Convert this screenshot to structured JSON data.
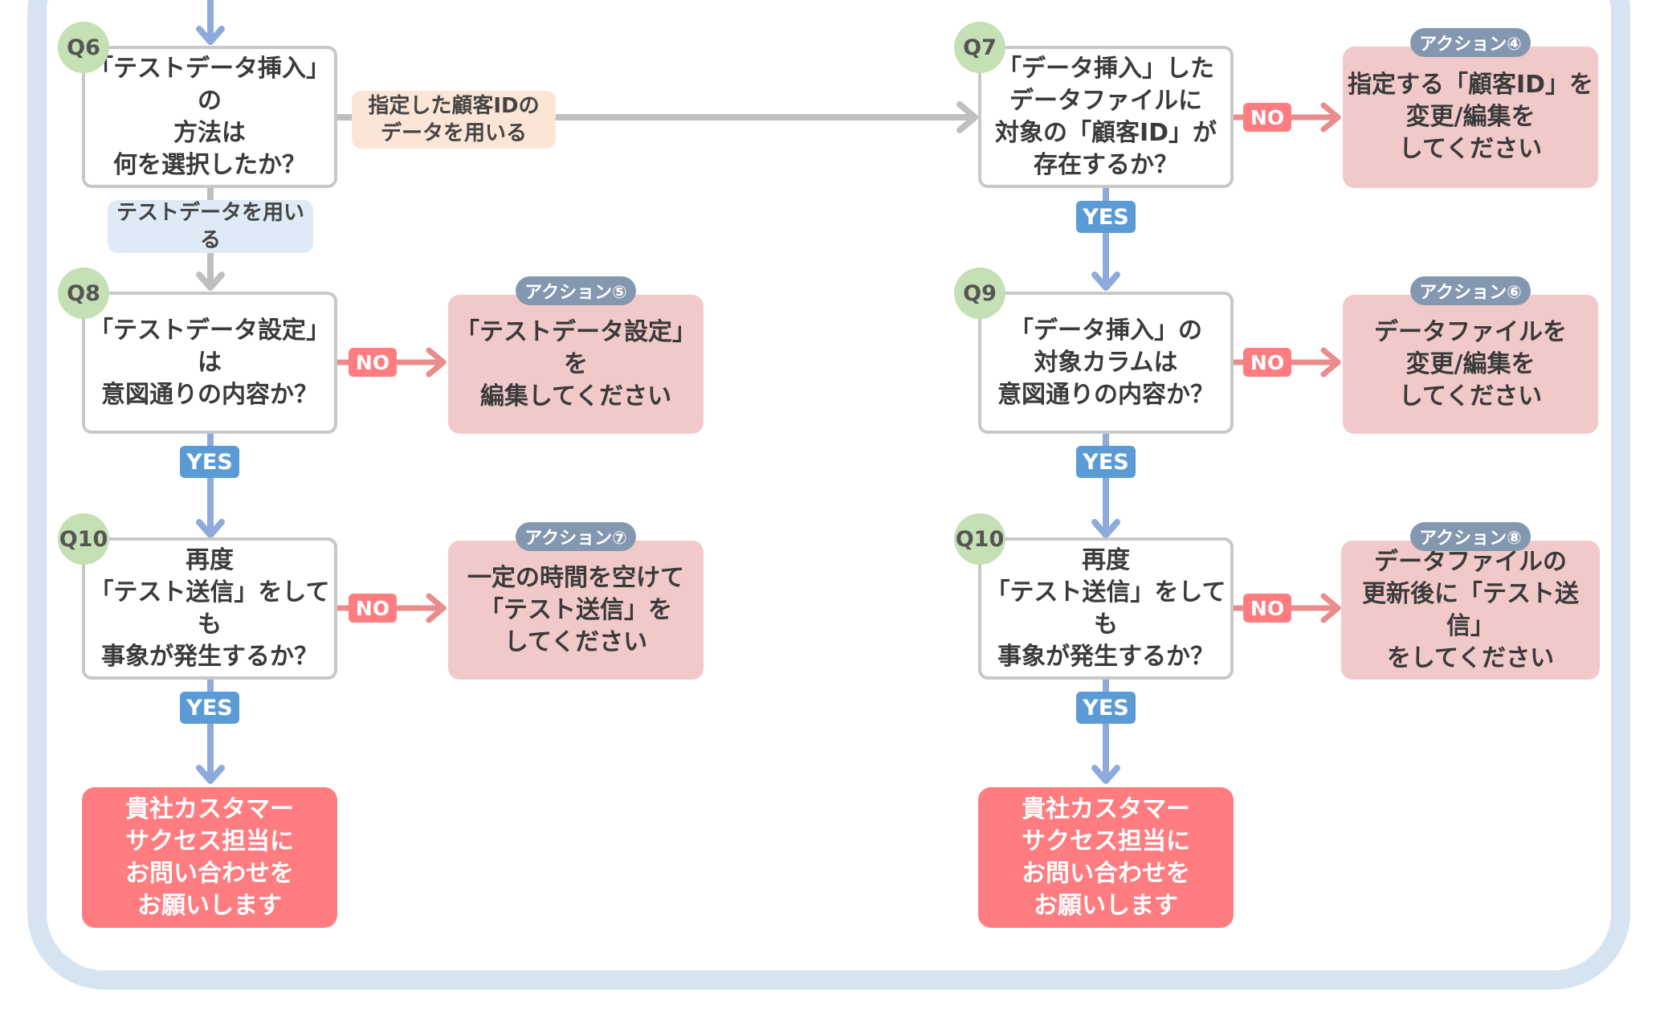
{
  "colors": {
    "frame": "#d6e4f2",
    "question_border": "#c8c8c8",
    "question_badge": "#c5e0b4",
    "action_box": "#f2c9c9",
    "action_tag": "#8497b0",
    "final_box": "#ff7c80",
    "yes_label": "#5b9bd5",
    "no_label": "#ff7c80",
    "arrow_yes": "#8eaadb",
    "arrow_no": "#e98c8c",
    "arrow_neutral": "#bfbfbf",
    "edge_label_orange": "#fbe5d6",
    "edge_label_blue": "#deebf7"
  },
  "questions": {
    "q6": {
      "number": "Q6",
      "text": "「テストデータ挿入」の\n方法は\n何を選択したか？"
    },
    "q8": {
      "number": "Q8",
      "text": "「テストデータ設定」は\n意図通りの内容か？"
    },
    "q10a": {
      "number": "Q10",
      "text": "再度\n「テスト送信」をしても\n事象が発生するか？"
    },
    "q7": {
      "number": "Q7",
      "text": "「データ挿入」した\nデータファイルに\n対象の「顧客ID」が\n存在するか？"
    },
    "q9": {
      "number": "Q9",
      "text": "「データ挿入」の\n対象カラムは\n意図通りの内容か？"
    },
    "q10b": {
      "number": "Q10",
      "text": "再度\n「テスト送信」をしても\n事象が発生するか？"
    }
  },
  "actions": {
    "a4": {
      "tag": "アクション④",
      "text": "指定する「顧客ID」を\n変更/編集を\nしてください"
    },
    "a5": {
      "tag": "アクション⑤",
      "text": "「テストデータ設定」を\n編集してください"
    },
    "a6": {
      "tag": "アクション⑥",
      "text": "データファイルを\n変更/編集を\nしてください"
    },
    "a7": {
      "tag": "アクション⑦",
      "text": "一定の時間を空けて\n「テスト送信」を\nしてください"
    },
    "a8": {
      "tag": "アクション⑧",
      "text": "データファイルの\n更新後に「テスト送信」\nをしてください"
    }
  },
  "finals": {
    "left": "貴社カスタマー\nサクセス担当に\nお問い合わせを\nお願いします",
    "right": "貴社カスタマー\nサクセス担当に\nお問い合わせを\nお願いします"
  },
  "edge_labels": {
    "specified_id": "指定した顧客IDの\nデータを用いる",
    "use_test_data": "テストデータを用いる",
    "yes": "YES",
    "no": "NO"
  }
}
